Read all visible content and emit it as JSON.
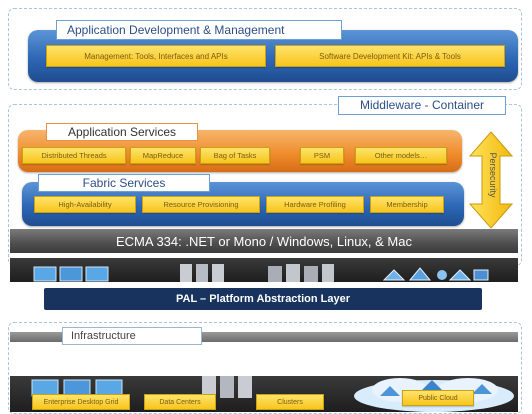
{
  "top_section": {
    "title": "Application Development & Management",
    "items": [
      "Management: Tools, Interfaces and APIs",
      "Software Development Kit: APIs & Tools"
    ]
  },
  "middleware": {
    "title": "Middleware - Container",
    "app_services": {
      "title": "Application Services",
      "items": [
        "Distributed Threads",
        "MapReduce",
        "Bag of Tasks",
        "PSM",
        "Other models…"
      ]
    },
    "fabric_services": {
      "title": "Fabric Services",
      "items": [
        "High-Availability",
        "Resource Provisioning",
        "Hardware Profiling",
        "Membership"
      ]
    },
    "security_label": "Persecurity",
    "runtime_bar": "ECMA 334: .NET or Mono / Windows, Linux, & Mac"
  },
  "pal": {
    "label": "PAL – Platform Abstraction Layer"
  },
  "infrastructure": {
    "title": "Infrastructure",
    "items": [
      "Enterprise Desktop Grid",
      "Data Centers",
      "Clusters",
      "Public Cloud"
    ]
  },
  "colors": {
    "blue_accent": "#2d67b5",
    "orange_accent": "#ef8a2a",
    "yellow_box": "#f7c51c",
    "navy": "#17335e"
  },
  "icons": [
    "monitor-icon",
    "server-rack-icon",
    "house-icon",
    "cloud-icon"
  ]
}
